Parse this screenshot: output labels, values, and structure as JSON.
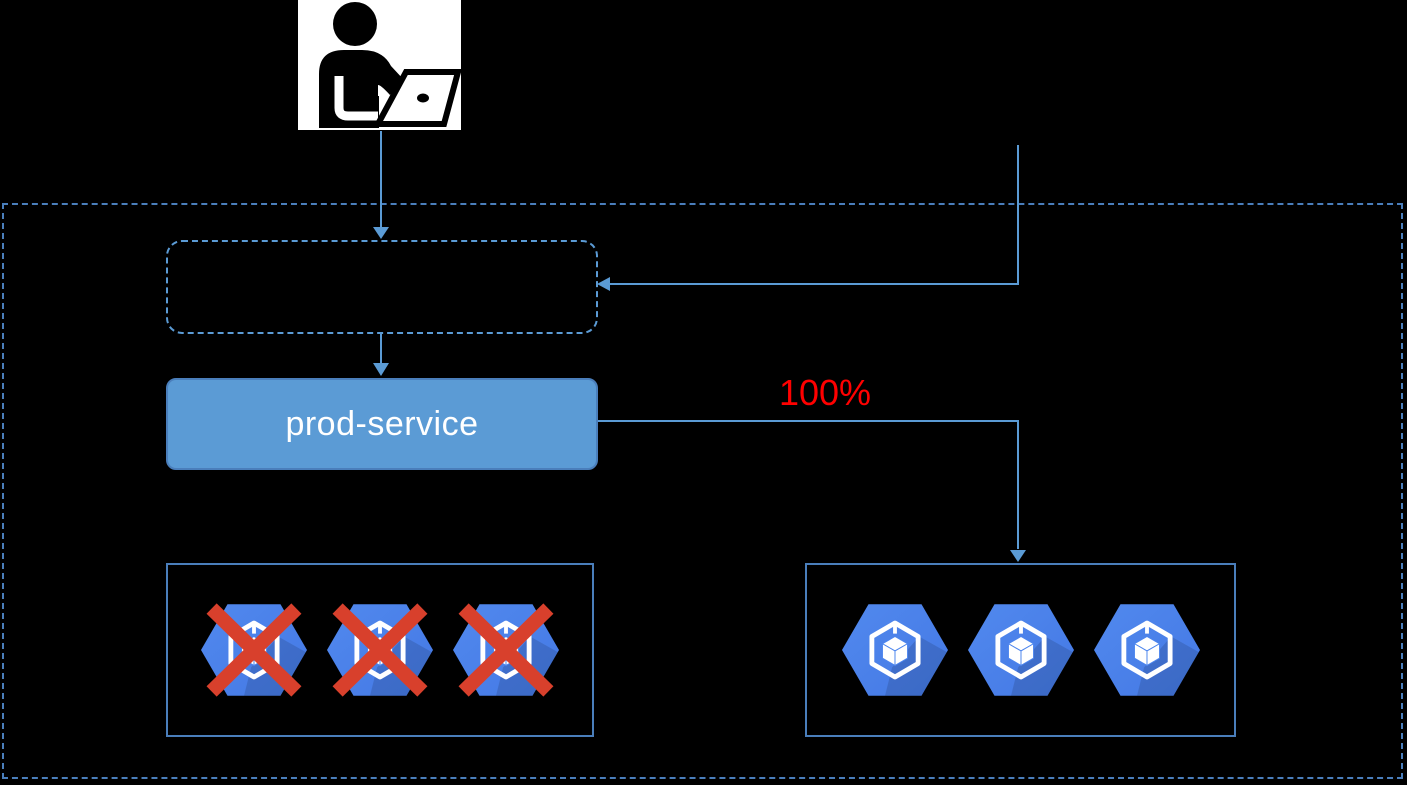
{
  "diagram": {
    "service": {
      "label": "prod-service"
    },
    "traffic": {
      "label": "100%"
    },
    "old_revision": {
      "replicas": 3,
      "status": "terminated"
    },
    "new_revision": {
      "replicas": 3,
      "status": "running"
    }
  },
  "icons": {
    "person": "developer-at-laptop-icon",
    "pod": "gke-hexagon-pod-icon",
    "dead_pod": "gke-hexagon-pod-crossed-icon"
  },
  "colors": {
    "background": "#000000",
    "connector_blue": "#5B9BD5",
    "boundary_blue": "#4A7EBB",
    "service_fill": "#5B9BD5",
    "service_text": "#FFFFFF",
    "traffic_red": "#FF0000",
    "pod_blue": "#4C85EE",
    "pod_shadow": "#2F5FC4",
    "cross_red": "#D8402C",
    "person_fg": "#000000",
    "person_bg": "#FFFFFF"
  }
}
